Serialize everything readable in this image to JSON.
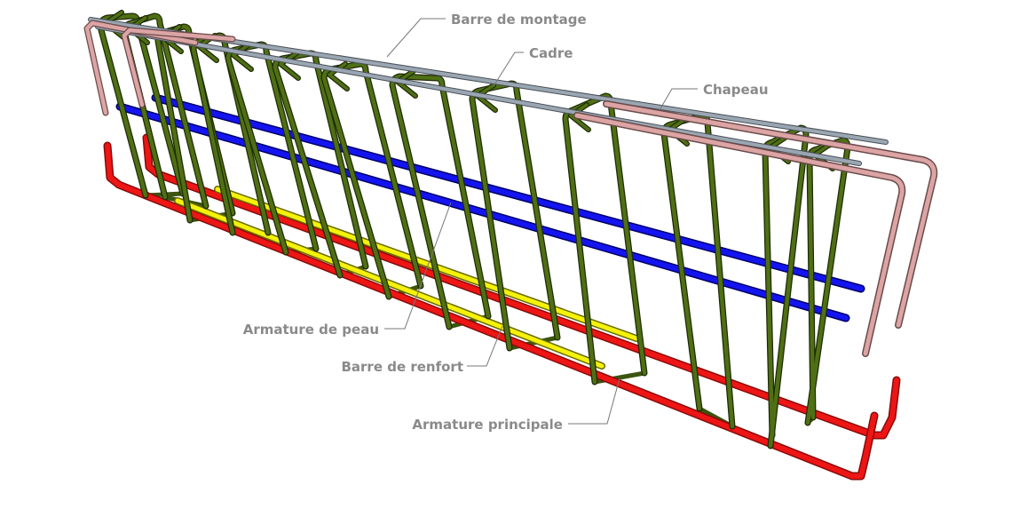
{
  "labels": {
    "barre_de_montage": "Barre de montage",
    "cadre": "Cadre",
    "chapeau": "Chapeau",
    "armature_de_peau": "Armature de peau",
    "barre_de_renfort": "Barre de renfort",
    "armature_principale": "Armature principale"
  },
  "colors": {
    "barre_de_montage": "#8e9aa6",
    "cadre": "#4a6a12",
    "chapeau": "#d9a0a0",
    "armature_de_peau": "#1010e0",
    "barre_de_renfort": "#f0f000",
    "armature_principale": "#f01010"
  }
}
